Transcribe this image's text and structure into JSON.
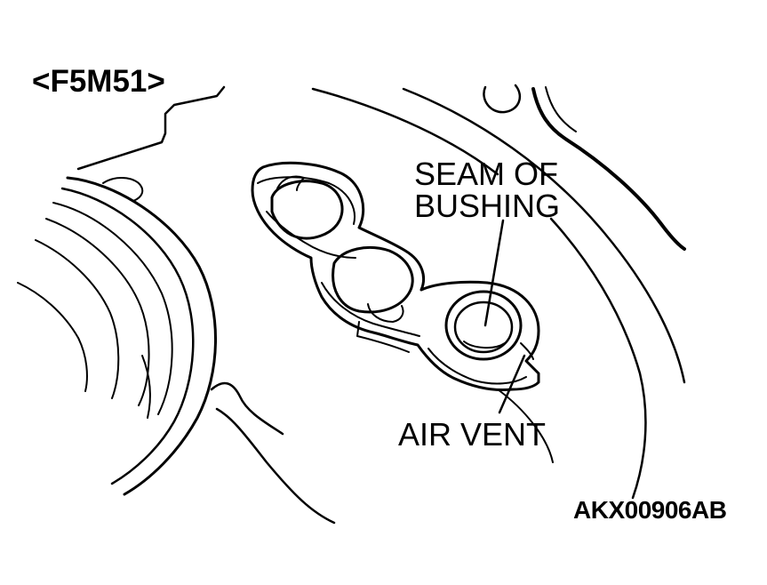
{
  "labels": {
    "model": "<F5M51>",
    "seam_line1": "SEAM OF",
    "seam_line2": "BUSHING",
    "air_vent": "AIR VENT",
    "figure_code": "AKX00906AB"
  },
  "colors": {
    "ink": "#000000",
    "paper": "#ffffff"
  }
}
